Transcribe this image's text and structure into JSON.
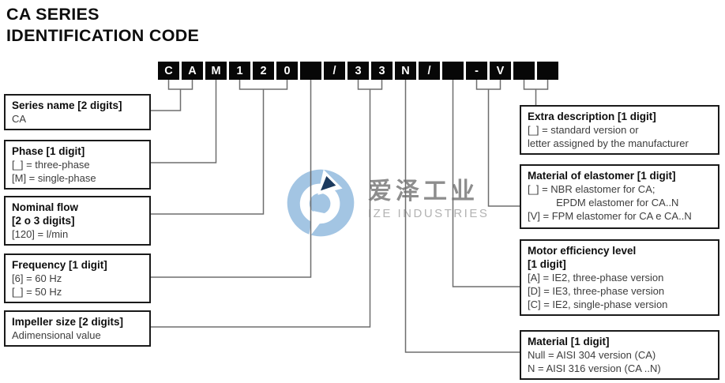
{
  "page_title": {
    "line1": "CA SERIES",
    "line2": "IDENTIFICATION CODE"
  },
  "code": {
    "cells": [
      "C",
      "A",
      "M",
      "1",
      "2",
      "0",
      "",
      "/",
      "3",
      "3",
      "N",
      "/",
      "",
      "-",
      "V",
      "",
      ""
    ]
  },
  "left_boxes": [
    {
      "key": "series-name",
      "title_lines": [
        "Series name [2 digits]"
      ],
      "body_lines": [
        "CA"
      ]
    },
    {
      "key": "phase",
      "title_lines": [
        "Phase [1 digit]"
      ],
      "body_lines": [
        "[_] = three-phase",
        "[M] = single-phase"
      ]
    },
    {
      "key": "nominal-flow",
      "title_lines": [
        "Nominal flow",
        "[2 o 3 digits]"
      ],
      "body_lines": [
        "[120] = l/min"
      ]
    },
    {
      "key": "frequency",
      "title_lines": [
        "Frequency [1 digit]"
      ],
      "body_lines": [
        "[6] = 60 Hz",
        "[_] = 50 Hz"
      ]
    },
    {
      "key": "impeller-size",
      "title_lines": [
        "Impeller size [2 digits]"
      ],
      "body_lines": [
        "Adimensional value"
      ]
    }
  ],
  "right_boxes": [
    {
      "key": "extra-description",
      "title_lines": [
        "Extra description [1 digit]"
      ],
      "body_lines": [
        "[_] = standard version or",
        "letter assigned by the manufacturer"
      ]
    },
    {
      "key": "material-of-elastomer",
      "title_lines": [
        "Material of elastomer [1 digit]"
      ],
      "body_lines": [
        "[_] = NBR elastomer for CA;",
        "          EPDM elastomer for CA..N",
        "[V] = FPM elastomer for CA e CA..N"
      ]
    },
    {
      "key": "motor-efficiency-level",
      "title_lines": [
        "Motor efficiency level",
        "[1 digit]"
      ],
      "body_lines": [
        "[A] = IE2, three-phase version",
        "[D] = IE3, three-phase version",
        "[C] = IE2, single-phase version"
      ]
    },
    {
      "key": "material",
      "title_lines": [
        "Material [1 digit]"
      ],
      "body_lines": [
        "Null = AISI 304 version (CA)",
        "N = AISI 316 version (CA ..N)"
      ]
    }
  ],
  "watermark": {
    "cn": "爱泽工业",
    "en": "IZE INDUSTRIES"
  },
  "colors": {
    "bar_bg": "#070707",
    "bar_text": "#ffffff",
    "connector": "#6e6e6e",
    "box_border": "#1a1a1a",
    "watermark_blue": "#a3c5e3",
    "watermark_navy": "#1c3a5e",
    "watermark_cn_text": "#8d8d8d",
    "watermark_en_text": "#b3b3b3"
  }
}
